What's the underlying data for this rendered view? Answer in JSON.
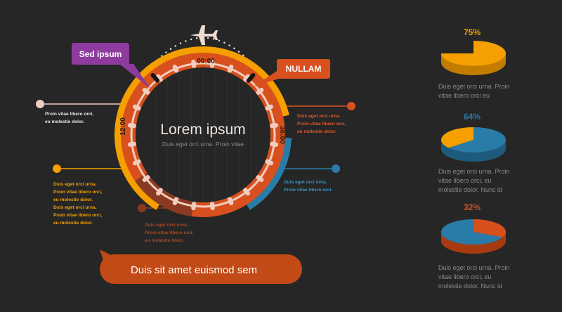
{
  "colors": {
    "background": "#262626",
    "orange": "#f5a000",
    "red_orange": "#d8501e",
    "blue": "#2a7ca8",
    "beige": "#f2cdbf",
    "purple": "#8e3a9e",
    "dark_red": "#8a3a22",
    "gray_text": "#8a8a8a"
  },
  "center": {
    "title": "Lorem ipsum",
    "subtitle": "Duis eget orci urna. Proin vitae"
  },
  "clock": {
    "top": "00:00",
    "left": "12:00",
    "right": "36:00"
  },
  "callouts": {
    "purple": "Sed ipsum",
    "nullam": "NULLAM",
    "bottom_bubble": "Duis sit amet euismod sem"
  },
  "annotations": {
    "beige_left": "Proin vitae libero orci,\neu molestie dolor.",
    "orange_left": "Duis eget orci urna.\nProin vitae libero orci,\neu molestie dolor.\nDuis eget orci urna.\nProin vitae libero orci,\neu molestie dolor.",
    "red_right": "Duis eget orci urna.\nProin vitae libero orci,\neu molestie dolor.",
    "blue_right": "Duis eget orci urna.\nProin vitae libero orci.",
    "dark_bottom": "Duis eget orci urna.\nProin vitae libero orci,\neu molestie dolor."
  },
  "icons": {
    "plane": "airplane-icon"
  },
  "pies": [
    {
      "percent_label": "75%",
      "value": 75,
      "color": "#f5a000",
      "text": "Duis eget orci urna. Proin\nvitae libero orci eu"
    },
    {
      "percent_label": "64%",
      "value": 64,
      "color": "#2a7ca8",
      "text": "Duis eget orci urna. Proin\nvitae libero orci, eu\nmolestie dolor. Nunc id"
    },
    {
      "percent_label": "32%",
      "value": 32,
      "color": "#d8501e",
      "text": "Duis eget orci urna. Proin\nvitae libero orci, eu\nmolestie dolor. Nunc id"
    }
  ]
}
